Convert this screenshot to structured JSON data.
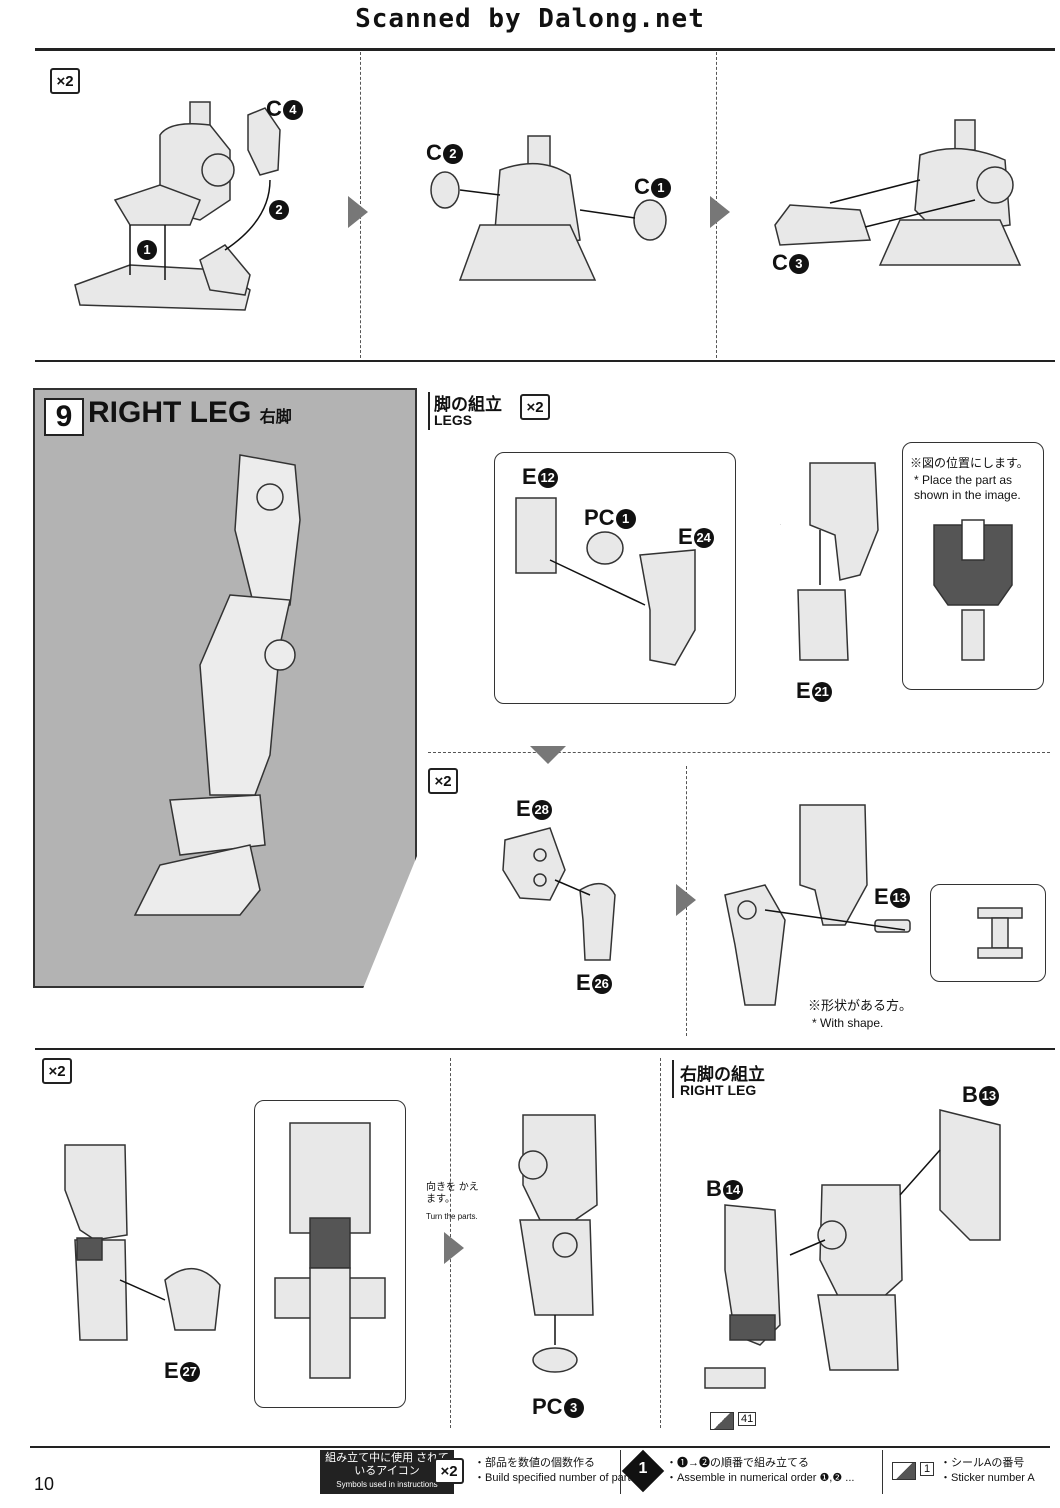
{
  "header": {
    "scan_credit": "Scanned by Dalong.net"
  },
  "top_row": {
    "panel1": {
      "multiplier": "×2",
      "label_c4": "C",
      "num_c4": "4",
      "step1": "1",
      "step2": "2"
    },
    "panel2": {
      "label_c2": "C",
      "num_c2": "2",
      "label_c1": "C",
      "num_c1": "1"
    },
    "panel3": {
      "label_c3": "C",
      "num_c3": "3"
    }
  },
  "step9": {
    "number": "9",
    "title_en": "RIGHT LEG",
    "title_ja": "右脚"
  },
  "legs_section": {
    "title_ja": "脚の組立",
    "title_en": "LEGS",
    "multiplier": "×2",
    "parts": {
      "e12": {
        "letter": "E",
        "num": "12"
      },
      "pc1": {
        "letter": "PC",
        "num": "1"
      },
      "e24": {
        "letter": "E",
        "num": "24"
      },
      "e21": {
        "letter": "E",
        "num": "21"
      }
    },
    "note_ja": "※図の位置にします。",
    "note_en": "* Place the part as shown in the image."
  },
  "sub2": {
    "multiplier": "×2",
    "e28": {
      "letter": "E",
      "num": "28"
    },
    "e26": {
      "letter": "E",
      "num": "26"
    },
    "e13": {
      "letter": "E",
      "num": "13"
    },
    "note_ja": "※形状がある方。",
    "note_en": "* With shape."
  },
  "sub3": {
    "multiplier": "×2",
    "e27": {
      "letter": "E",
      "num": "27"
    },
    "turn_ja": "向きを かえます。",
    "turn_en": "Turn the parts.",
    "pc3": {
      "letter": "PC",
      "num": "3"
    }
  },
  "right_leg": {
    "title_ja": "右脚の組立",
    "title_en": "RIGHT LEG",
    "b13": {
      "letter": "B",
      "num": "13"
    },
    "b14": {
      "letter": "B",
      "num": "14"
    },
    "sticker": "41"
  },
  "footer": {
    "icons_ja": "組み立て中に使用 されているアイコン",
    "icons_en": "Symbols used in instructions",
    "x2": "×2",
    "build_ja": "・部品を数値の個数作る",
    "build_en": "・Build specified number of parts.",
    "order_step": "1",
    "order_ja": "・❶→❷の順番で組み立てる",
    "order_en": "・Assemble in numerical order ❶,❷ ...",
    "sticker_num": "1",
    "sticker_ja": "・シールAの番号",
    "sticker_en": "・Sticker number A"
  },
  "page_number": "10"
}
